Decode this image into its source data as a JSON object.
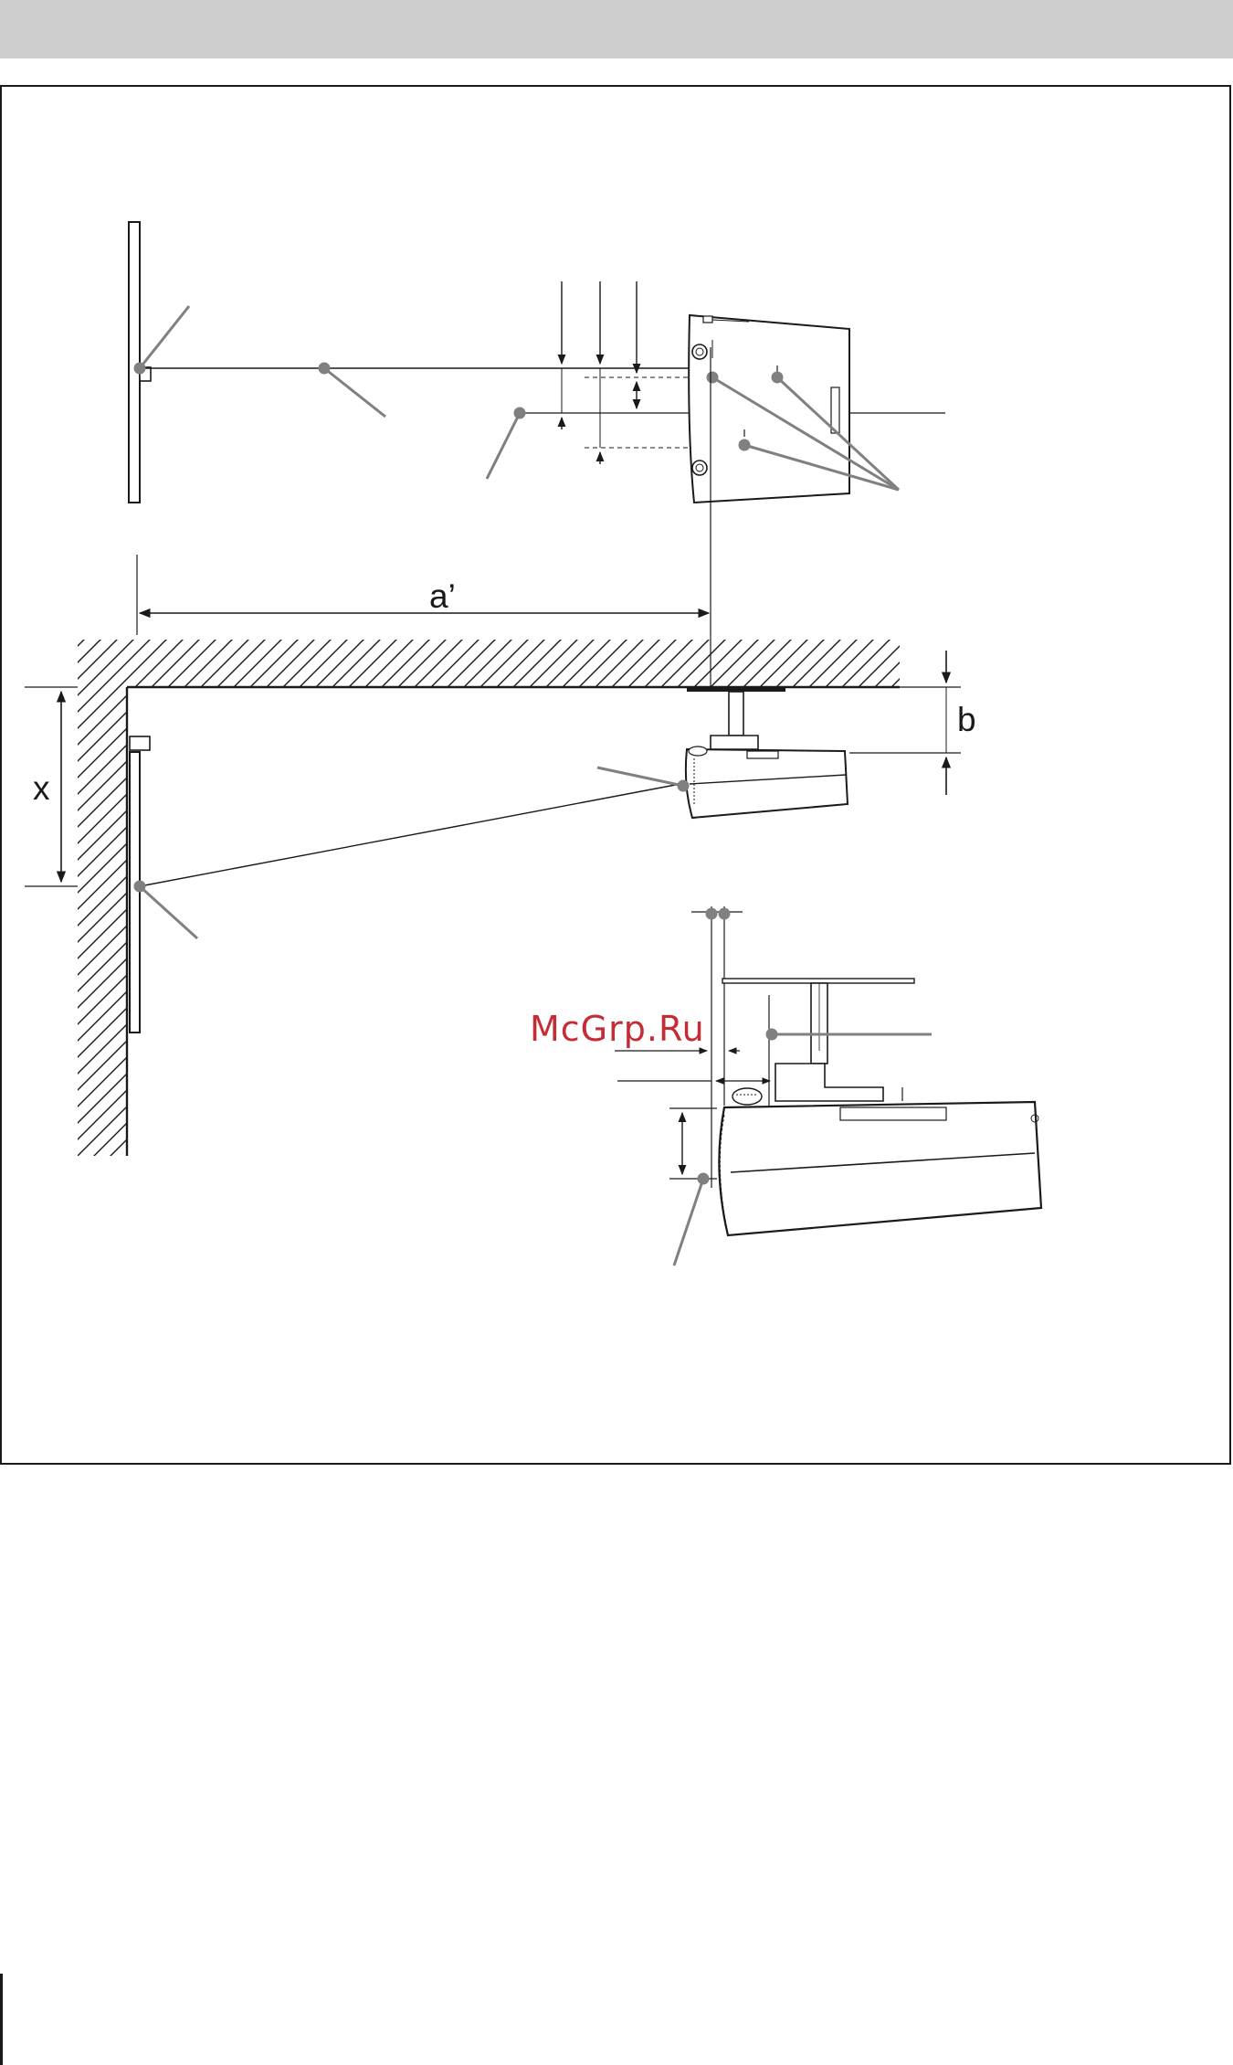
{
  "labels": {
    "distance_a_prime": "a’",
    "distance_b": "b",
    "distance_x": "x"
  },
  "watermark": "McGrp.Ru",
  "colors": {
    "line": "#1a1a1a",
    "callout": "#808080",
    "header": "#cdcdcd",
    "watermark": "#c42d36"
  }
}
